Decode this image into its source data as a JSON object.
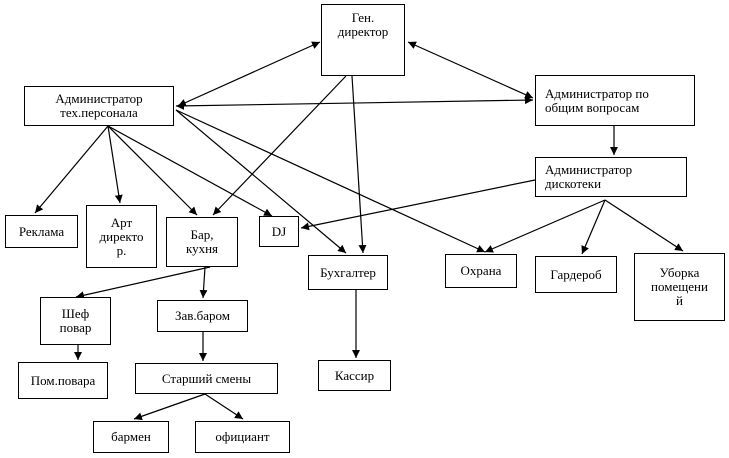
{
  "nodes": [
    {
      "id": "gen_director",
      "label": "Ген.\nдиректор"
    },
    {
      "id": "admin_tech",
      "label": "Администратор\nтех.персонала"
    },
    {
      "id": "admin_general",
      "label": "Администратор по\nобщим вопросам"
    },
    {
      "id": "admin_disco",
      "label": "Администратор\nдискотеки"
    },
    {
      "id": "ads",
      "label": "Реклама"
    },
    {
      "id": "art_director",
      "label": "Арт\nдиректо\nр."
    },
    {
      "id": "bar_kitchen",
      "label": "Бар,\nкухня"
    },
    {
      "id": "dj",
      "label": "DJ"
    },
    {
      "id": "accountant",
      "label": "Бухгалтер"
    },
    {
      "id": "security",
      "label": "Охрана"
    },
    {
      "id": "cloakroom",
      "label": "Гардероб"
    },
    {
      "id": "cleaning",
      "label": "Уборка\nпомещени\nй"
    },
    {
      "id": "chef",
      "label": "Шеф\nповар"
    },
    {
      "id": "bar_manager",
      "label": "Зав.баром"
    },
    {
      "id": "cook_assistant",
      "label": "Пом.повара"
    },
    {
      "id": "shift_lead",
      "label": "Старший смены"
    },
    {
      "id": "cashier",
      "label": "Кассир"
    },
    {
      "id": "barman",
      "label": "бармен"
    },
    {
      "id": "waiter",
      "label": "официант"
    }
  ],
  "edges": [
    {
      "from": "gen_director",
      "to": "admin_tech",
      "direction": "both"
    },
    {
      "from": "gen_director",
      "to": "admin_general",
      "direction": "both"
    },
    {
      "from": "admin_tech",
      "to": "admin_general",
      "direction": "both"
    },
    {
      "from": "gen_director",
      "to": "bar_kitchen",
      "direction": "forward"
    },
    {
      "from": "gen_director",
      "to": "accountant",
      "direction": "forward"
    },
    {
      "from": "admin_tech",
      "to": "ads",
      "direction": "forward"
    },
    {
      "from": "admin_tech",
      "to": "art_director",
      "direction": "forward"
    },
    {
      "from": "admin_tech",
      "to": "bar_kitchen",
      "direction": "forward"
    },
    {
      "from": "admin_tech",
      "to": "dj",
      "direction": "forward"
    },
    {
      "from": "admin_tech",
      "to": "accountant",
      "direction": "forward"
    },
    {
      "from": "admin_tech",
      "to": "security",
      "direction": "forward"
    },
    {
      "from": "admin_general",
      "to": "admin_disco",
      "direction": "forward"
    },
    {
      "from": "admin_disco",
      "to": "dj",
      "direction": "forward"
    },
    {
      "from": "admin_disco",
      "to": "security",
      "direction": "forward"
    },
    {
      "from": "admin_disco",
      "to": "cloakroom",
      "direction": "forward"
    },
    {
      "from": "admin_disco",
      "to": "cleaning",
      "direction": "forward"
    },
    {
      "from": "bar_kitchen",
      "to": "chef",
      "direction": "forward"
    },
    {
      "from": "bar_kitchen",
      "to": "bar_manager",
      "direction": "forward"
    },
    {
      "from": "chef",
      "to": "cook_assistant",
      "direction": "forward"
    },
    {
      "from": "bar_manager",
      "to": "shift_lead",
      "direction": "forward"
    },
    {
      "from": "accountant",
      "to": "cashier",
      "direction": "forward"
    },
    {
      "from": "shift_lead",
      "to": "barman",
      "direction": "forward"
    },
    {
      "from": "shift_lead",
      "to": "waiter",
      "direction": "forward"
    }
  ]
}
